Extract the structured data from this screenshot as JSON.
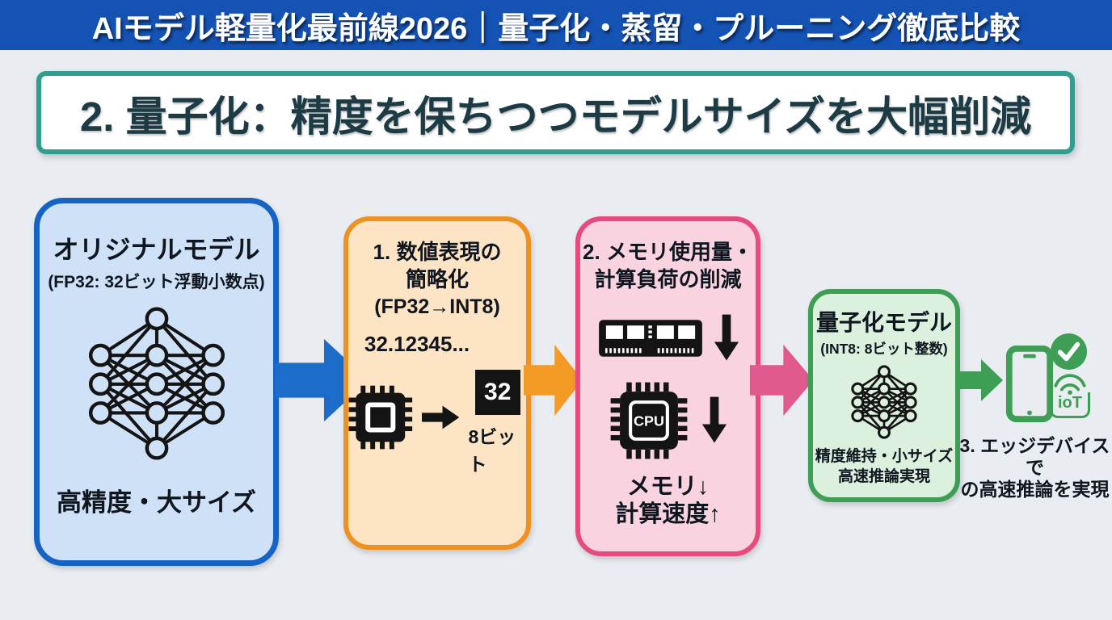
{
  "header": {
    "title": "AIモデル軽量化最前線2026｜量子化・蒸留・プルーニング徹底比較"
  },
  "section": {
    "title": "2. 量子化：精度を保ちつつモデルサイズを大幅削減"
  },
  "flow": {
    "original": {
      "title": "オリジナルモデル",
      "subtitle": "(FP32: 32ビット浮動小数点)",
      "caption": "高精度・大サイズ"
    },
    "step1": {
      "title_line1": "1. 数値表現の",
      "title_line2": "簡略化",
      "subtitle": "(FP32→INT8)",
      "float_value": "32.12345...",
      "int_value": "32",
      "bit_label": "8ビット"
    },
    "step2": {
      "title_line1": "2. メモリ使用量・",
      "title_line2": "計算負荷の削減",
      "cpu_label": "CPU",
      "result_line1": "メモリ↓",
      "result_line2": "計算速度↑"
    },
    "quantized": {
      "title": "量子化モデル",
      "subtitle": "(INT8: 8ビット整数)",
      "result_line1": "精度維持・小サイズ",
      "result_line2": "高速推論実現"
    },
    "edge": {
      "caption_line1": "3. エッジデバイスで",
      "caption_line2": "の高速推論を実現",
      "iot_label": "ioT"
    }
  },
  "icons": {
    "neural_network": "neural-network",
    "chip": "microchip",
    "ram": "memory-module",
    "cpu": "cpu-chip",
    "smartphone": "smartphone",
    "check": "✓",
    "wifi": "wifi-arcs",
    "right_arrow": "→",
    "down_arrow": "↓"
  },
  "colors": {
    "header_bg": "#1452b4",
    "background": "#e9edf2",
    "section_border": "#2f9e8e",
    "section_text": "#1c3b45",
    "original_border": "#1563c5",
    "original_fill": "#cfe1f7",
    "arrow_blue": "#1c6cca",
    "step1_border": "#ef9120",
    "step1_fill": "#fce4c4",
    "arrow_orange": "#f39b24",
    "step2_border": "#e84a7d",
    "step2_fill": "#f9d3df",
    "arrow_pink": "#e05a8e",
    "quantized_border": "#3f9e55",
    "quantized_fill": "#dbf0dd",
    "icon_black": "#141414"
  }
}
